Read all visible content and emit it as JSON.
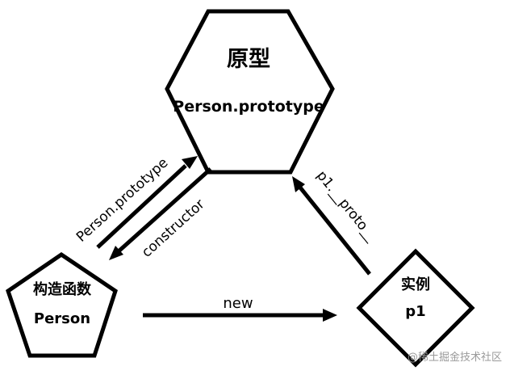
{
  "nodes": {
    "prototype": {
      "title": "原型",
      "subtitle": "Person.prototype"
    },
    "constructor_fn": {
      "title": "构造函数",
      "subtitle": "Person"
    },
    "instance": {
      "title": "实例",
      "subtitle": "p1"
    }
  },
  "edges": {
    "prototype_link": "Person.prototype",
    "constructor_link": "constructor",
    "new_link": "new",
    "proto_link": "p1.__proto__"
  },
  "watermark": "@稀土掘金技术社区",
  "colors": {
    "stroke": "#000000",
    "background": "#ffffff",
    "watermark": "#9a9a9a"
  }
}
